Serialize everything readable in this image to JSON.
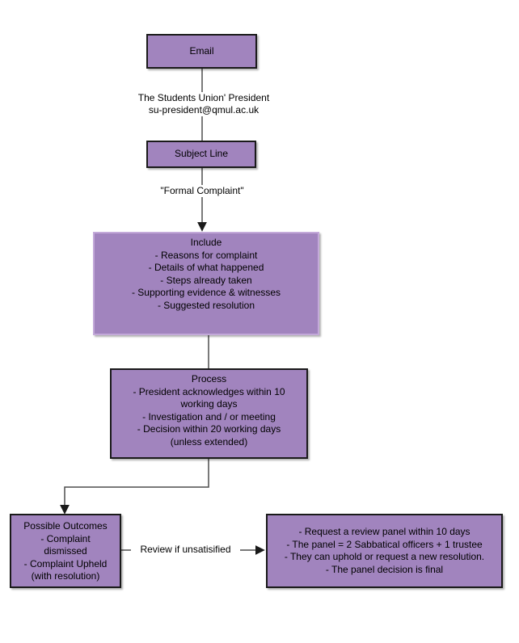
{
  "diagram": {
    "title_context": "Formal complaint flowchart",
    "colors": {
      "node_fill": "#a184be",
      "node_border": "#1a1a1a",
      "include_border": "#c3a9d9",
      "connector": "#4d4d4d",
      "background": "#ffffff",
      "text": "#000000"
    },
    "boxes": {
      "email": {
        "label": "Email"
      },
      "subject": {
        "label": "Subject Line"
      },
      "include": {
        "lines": [
          "Include",
          "- Reasons for complaint",
          "- Details of what happened",
          "- Steps already taken",
          "- Supporting evidence & witnesses",
          "- Suggested resolution"
        ]
      },
      "process": {
        "lines": [
          "Process",
          "- President acknowledges within 10",
          "working days",
          "- Investigation and / or meeting",
          "- Decision within 20 working days",
          "(unless extended)"
        ]
      },
      "outcomes": {
        "lines": [
          "Possible Outcomes",
          "- Complaint",
          "dismissed",
          "- Complaint Upheld",
          "(with resolution)"
        ]
      },
      "review_panel": {
        "lines": [
          "- Request a review panel within 10 days",
          "- The panel = 2 Sabbatical officers + 1 trustee",
          "- They can uphold or request a new resolution.",
          "- The panel decision is final"
        ]
      }
    },
    "edge_labels": {
      "email_to_subject_line1": "The Students Union' President",
      "email_to_subject_line2": "su-president@qmul.ac.uk",
      "subject_to_include": "\"Formal Complaint\"",
      "outcomes_to_review": "Review if unsatisified"
    }
  }
}
